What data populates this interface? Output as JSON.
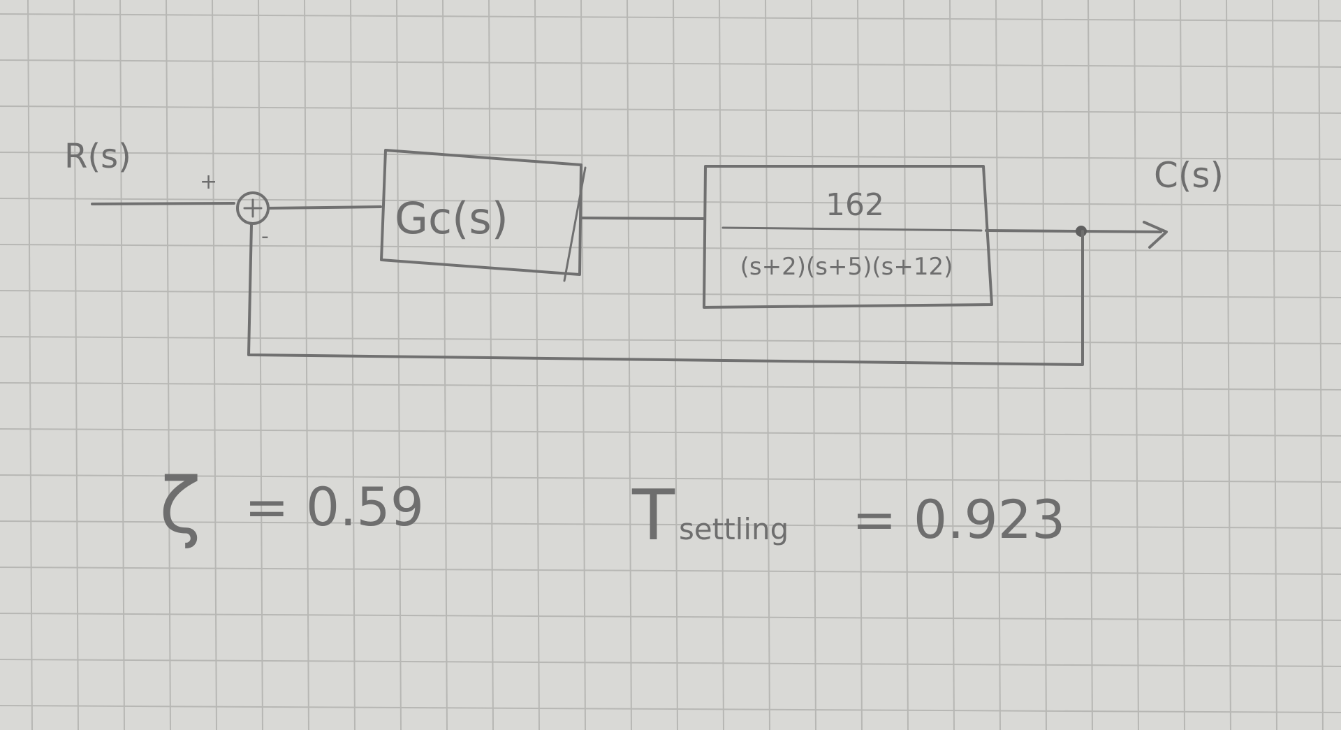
{
  "diagram": {
    "input": "R(s)",
    "output": "C(s)",
    "sum_plus": "+",
    "sum_minus": "-",
    "controller": "Gc(s)",
    "plant": {
      "numerator": "162",
      "denominator": "(s+2)(s+5)(s+12)"
    }
  },
  "specs": {
    "zeta_symbol": "ζ",
    "zeta_eq": "= 0.59",
    "tsettling_T": "T",
    "tsettling_sub": "settling",
    "tsettling_eq": "= 0.923"
  },
  "colors": {
    "paper": "#d9d9d6",
    "grid": "#b7b7b4",
    "pencil": "#707070"
  }
}
